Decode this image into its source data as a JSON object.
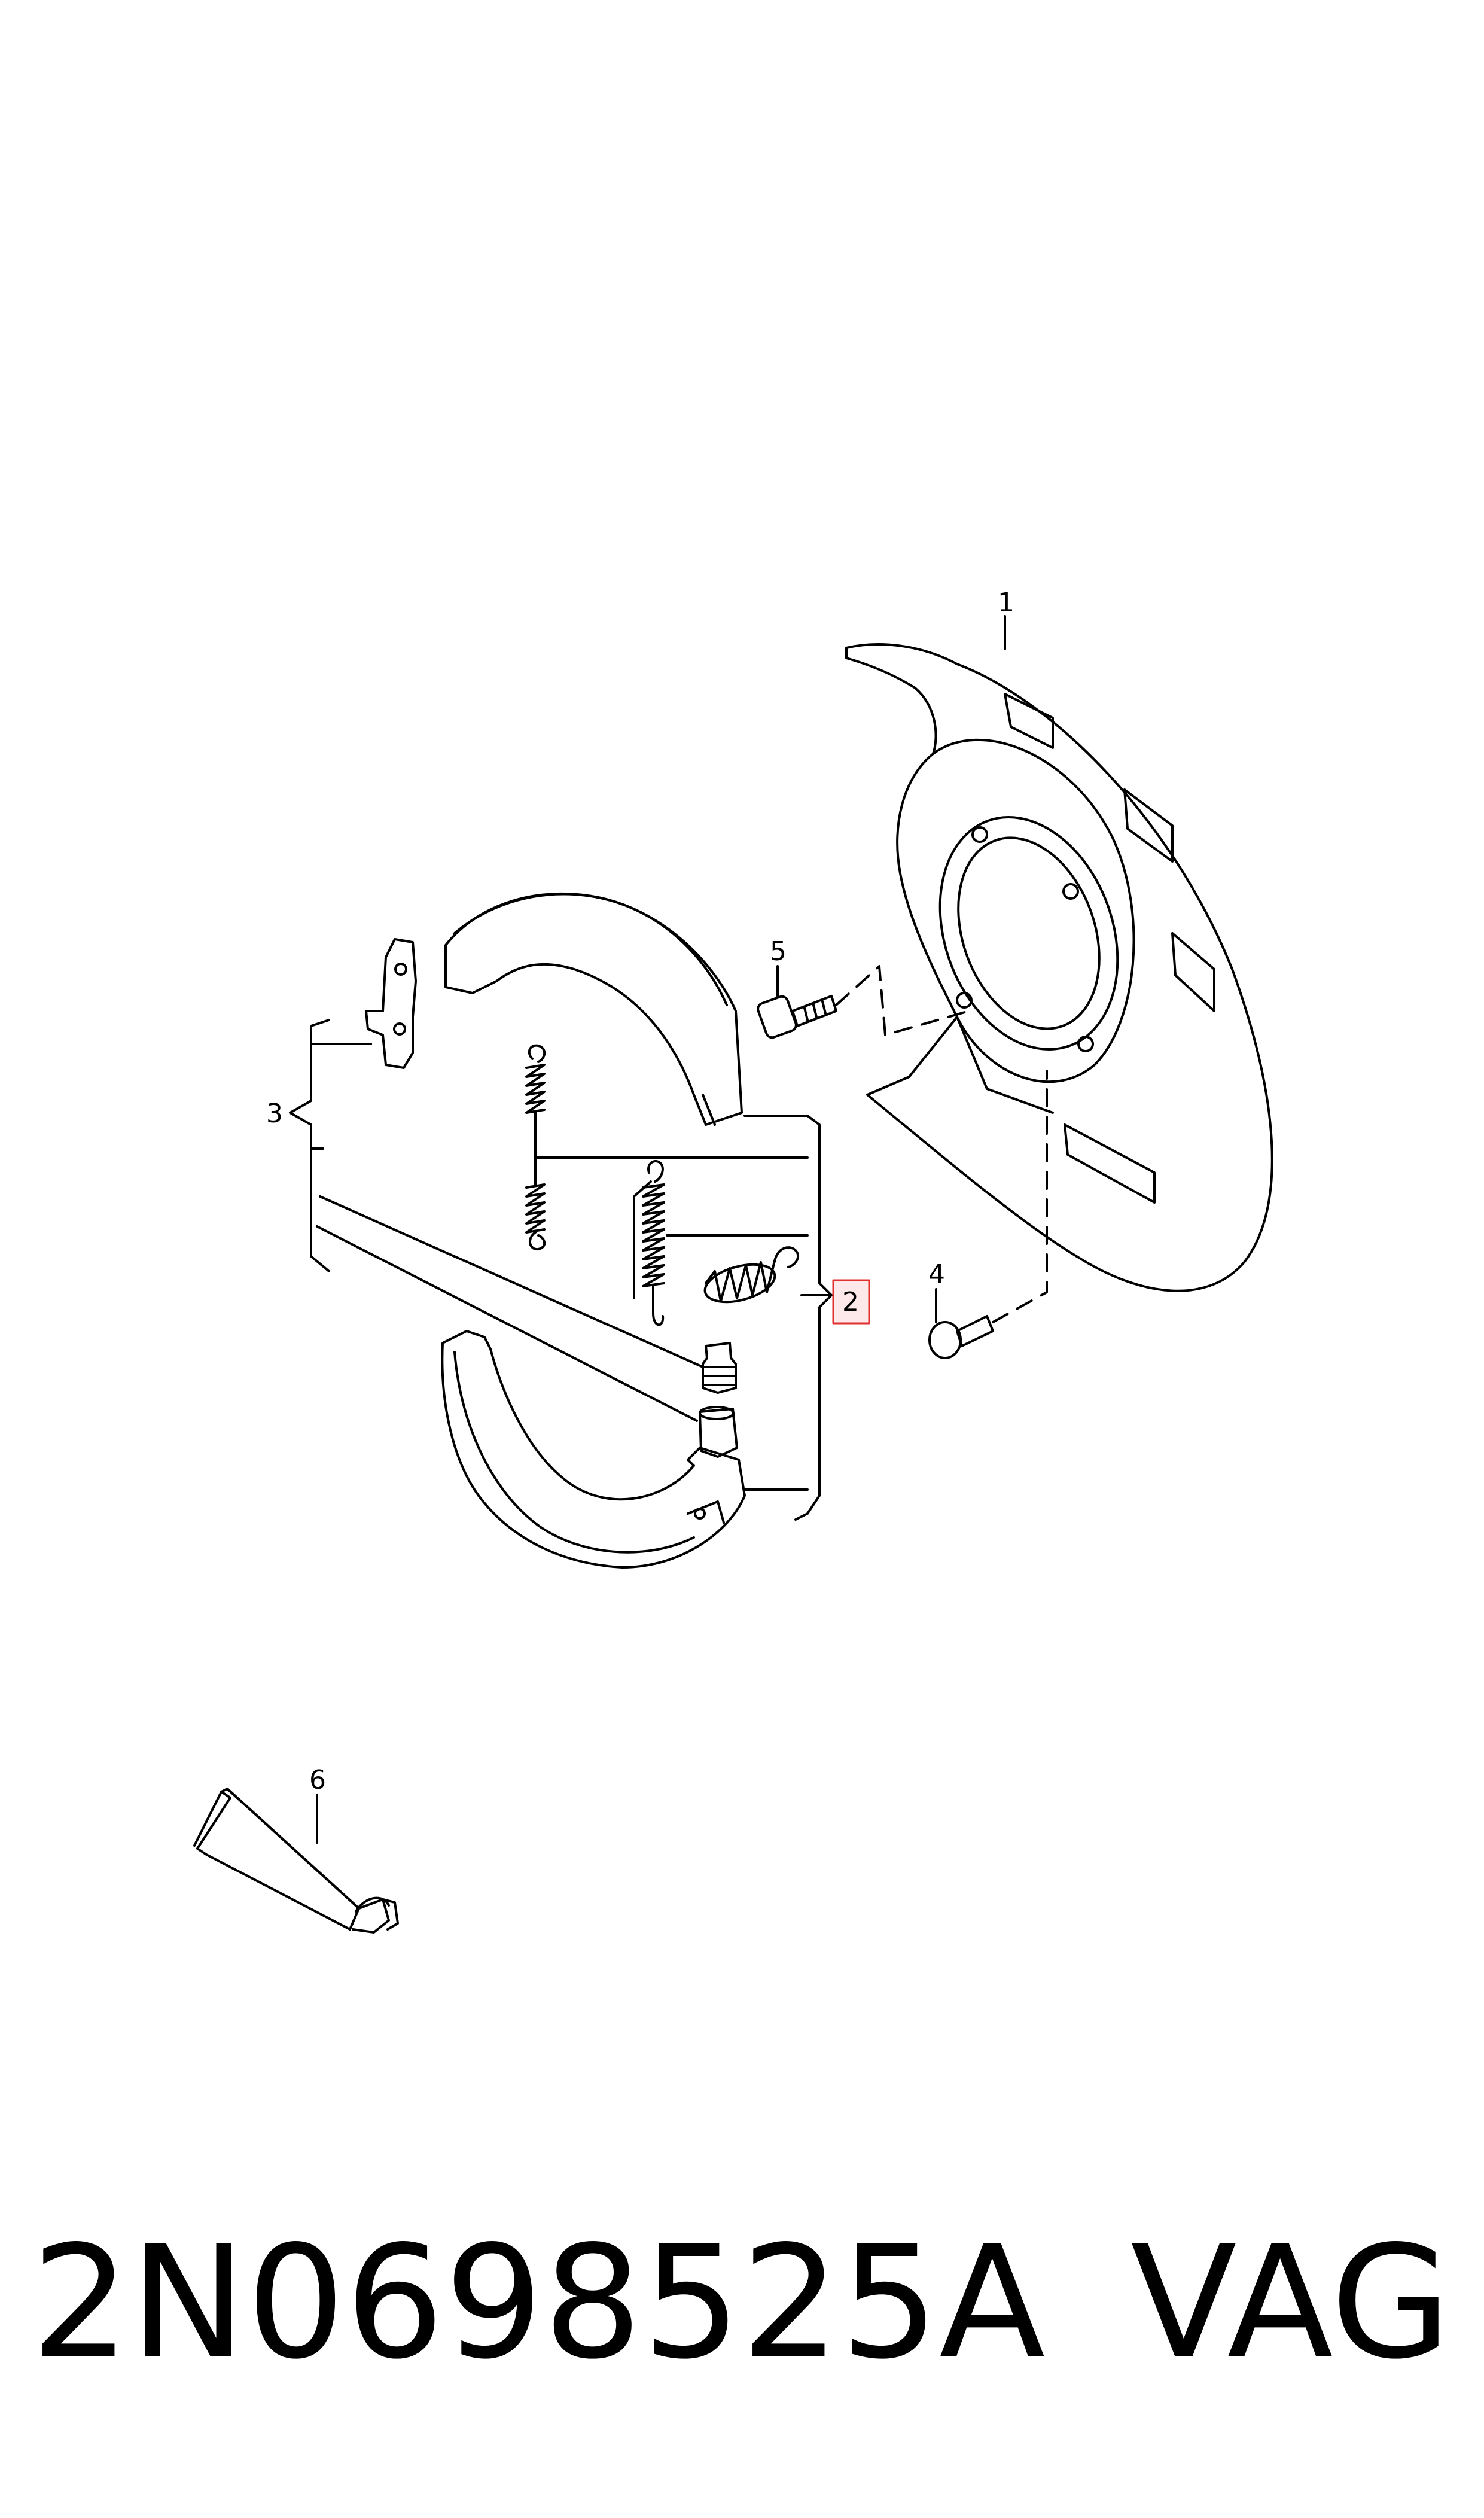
{
  "callouts": {
    "c1": "1",
    "c2": "2",
    "c3": "3",
    "c4": "4",
    "c5": "5",
    "c6": "6"
  },
  "footer": {
    "part_number": "2N0698525A",
    "brand": "VAG"
  },
  "colors": {
    "line": "#000000",
    "highlight_border": "#e0302f",
    "highlight_fill": "#fde8ea"
  }
}
